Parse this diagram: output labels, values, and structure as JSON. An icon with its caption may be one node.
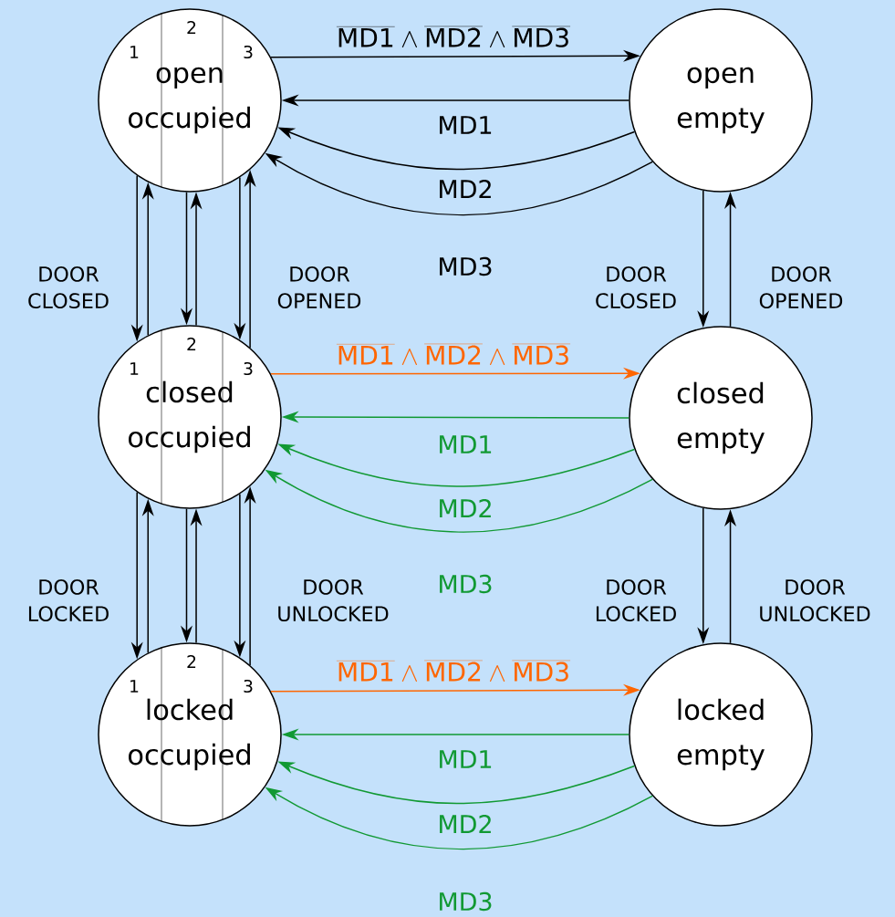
{
  "diagram": {
    "nodes": [
      {
        "text": [
          "1",
          "2",
          "3",
          "open occupied"
        ]
      },
      {
        "text": [
          "open empty"
        ]
      },
      {
        "text": [
          "1",
          "2",
          "3",
          "closed occupied"
        ]
      },
      {
        "text": [
          "closed empty"
        ]
      },
      {
        "text": [
          "1",
          "2",
          "3",
          "locked occupied"
        ]
      },
      {
        "text": [
          "locked empty"
        ]
      }
    ],
    "edges": [
      {
        "from": 0,
        "to": 1,
        "arrow": "to",
        "label": "\\overline{\\mathrm{MD1}}\\wedge\\overline{\\mathrm{MD2}}\\wedge\\overline{\\mathrm{MD3}}"
      },
      {
        "from": 1,
        "to": 0,
        "arrow": "to",
        "label": "MD1"
      },
      {
        "from": 1,
        "to": 0,
        "arrow": "to",
        "label": "MD2"
      },
      {
        "from": 1,
        "to": 0,
        "arrow": "to",
        "label": "MD3"
      },
      {
        "from": 0,
        "to": 2,
        "arrow": "to",
        "label": "DOOR CLOSED"
      },
      {
        "from": 2,
        "to": 0,
        "arrow": "to"
      },
      {
        "from": 0,
        "to": 2,
        "arrow": "to"
      },
      {
        "from": 2,
        "to": 0,
        "arrow": "to"
      },
      {
        "from": 0,
        "to": 2,
        "arrow": "to"
      },
      {
        "from": 2,
        "to": 0,
        "arrow": "to",
        "label": "DOOR OPENED"
      },
      {
        "from": 1,
        "to": 3,
        "arrow": "to",
        "label": "DOOR CLOSED"
      },
      {
        "from": 3,
        "to": 1,
        "arrow": "to",
        "label": "DOOR OPENED"
      },
      {
        "from": 2,
        "to": 3,
        "arrow": "to",
        "color": "#ff6600",
        "label": "\\overline{\\mathrm{MD1}}\\wedge\\overline{\\mathrm{MD2}}\\wedge\\overline{\\mathrm{MD3}}"
      },
      {
        "from": 3,
        "to": 2,
        "arrow": "to",
        "color": "#119933",
        "label": "MD1"
      },
      {
        "from": 3,
        "to": 2,
        "arrow": "to",
        "color": "#119933",
        "label": "MD2"
      },
      {
        "from": 3,
        "to": 2,
        "arrow": "to",
        "color": "#119933",
        "label": "MD3"
      },
      {
        "from": 2,
        "to": 4,
        "arrow": "to",
        "label": "DOOR LOCKED"
      },
      {
        "from": 4,
        "to": 2,
        "arrow": "to"
      },
      {
        "from": 2,
        "to": 4,
        "arrow": "to"
      },
      {
        "from": 4,
        "to": 2,
        "arrow": "to"
      },
      {
        "from": 2,
        "to": 4,
        "arrow": "to"
      },
      {
        "from": 4,
        "to": 2,
        "arrow": "to",
        "label": "DOOR UNLOCKED"
      },
      {
        "from": 3,
        "to": 5,
        "arrow": "to",
        "label": "DOOR LOCKED"
      },
      {
        "from": 5,
        "to": 3,
        "arrow": "to",
        "label": "DOOR UNLOCKED"
      },
      {
        "from": 4,
        "to": 5,
        "arrow": "to",
        "color": "#ff6600",
        "label": "\\overline{\\mathrm{MD1}}\\wedge\\overline{\\mathrm{MD2}}\\wedge\\overline{\\mathrm{MD3}}"
      },
      {
        "from": 5,
        "to": 4,
        "arrow": "to",
        "color": "#119933",
        "label": "MD1"
      },
      {
        "from": 5,
        "to": 4,
        "arrow": "to",
        "color": "#119933",
        "label": "MD2"
      },
      {
        "from": 5,
        "to": 4,
        "arrow": "to",
        "color": "#119933",
        "label": "MD3"
      }
    ]
  }
}
